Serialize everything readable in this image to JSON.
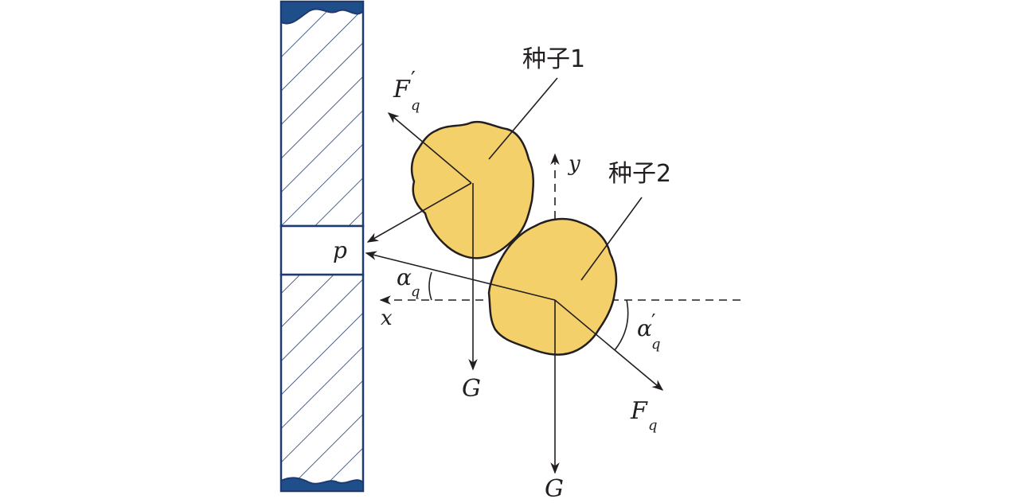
{
  "colors": {
    "wall_outline": "#1f3a6e",
    "wall_fill_cap": "#1f4f8a",
    "seed_fill": "#f4d06a",
    "seed_outline": "#231f20",
    "line": "#231f20"
  },
  "labels": {
    "seed1": "种子1",
    "seed2": "种子2",
    "hole": "p",
    "axis_x": "x",
    "axis_y": "y",
    "gravity1": "G",
    "gravity2": "G",
    "force1_main": "F",
    "force1_prime": "′",
    "force1_sub": "q",
    "force2_main": "F",
    "force2_sub": "q",
    "angle1_main": "α",
    "angle1_sub": "q",
    "angle2_main": "α",
    "angle2_prime": "′",
    "angle2_sub": "q"
  }
}
